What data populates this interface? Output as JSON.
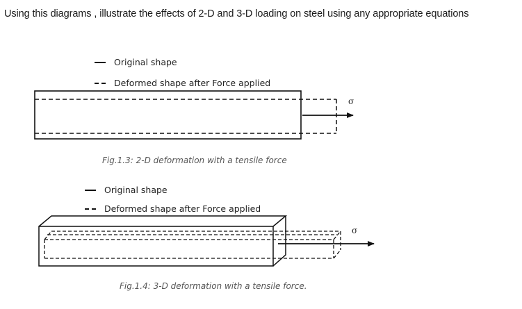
{
  "question": {
    "text": "Using this diagrams , illustrate the effects of 2-D and 3-D loading on steel using any appropriate equations"
  },
  "figure_2d": {
    "legend": {
      "original": "Original shape",
      "deformed": "Deformed shape after Force applied"
    },
    "force_symbol": "σ",
    "caption": "Fig.1.3: 2-D deformation with a tensile force"
  },
  "figure_3d": {
    "legend": {
      "original": "Original shape",
      "deformed": "Deformed shape after Force applied"
    },
    "force_symbol": "σ",
    "caption": "Fig.1.4: 3-D deformation with a tensile force."
  }
}
